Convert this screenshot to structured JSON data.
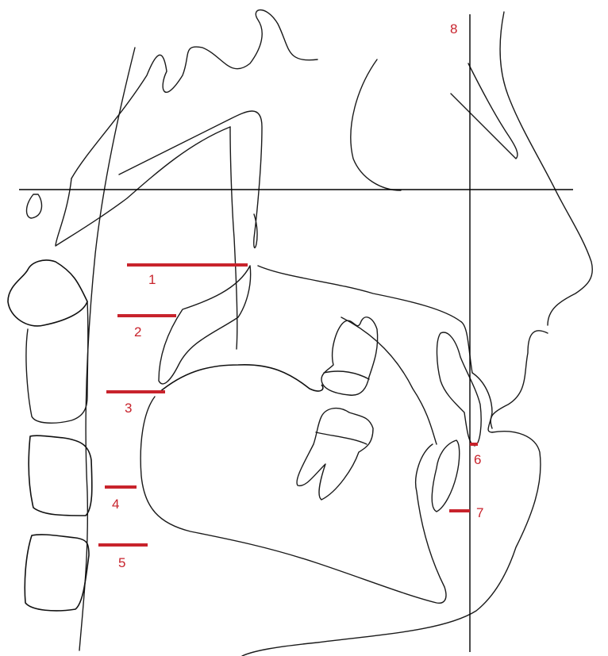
{
  "diagram": {
    "colors": {
      "measurement": "#c8232c",
      "outline": "#1a1a1a",
      "background": "#ffffff"
    },
    "labels": [
      "1",
      "2",
      "3",
      "4",
      "5",
      "6",
      "7",
      "8"
    ]
  }
}
